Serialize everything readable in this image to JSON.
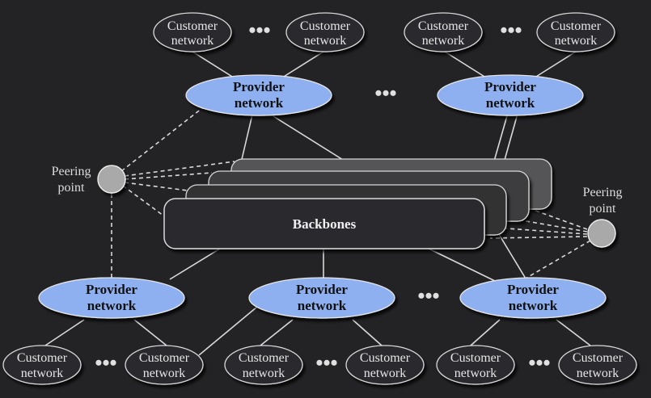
{
  "customer": {
    "line1": "Customer",
    "line2": "network"
  },
  "provider": {
    "line1": "Provider",
    "line2": "network"
  },
  "backbones": "Backbones",
  "peering": {
    "line1": "Peering",
    "line2": "point"
  },
  "ellipsis": "•••",
  "colors": {
    "background": "#232326",
    "provider_fill": "#8fb0f0",
    "backbone_fill": "#2a2a2d",
    "peering_fill": "#a9a9a9",
    "line": "#d9d9d9"
  }
}
